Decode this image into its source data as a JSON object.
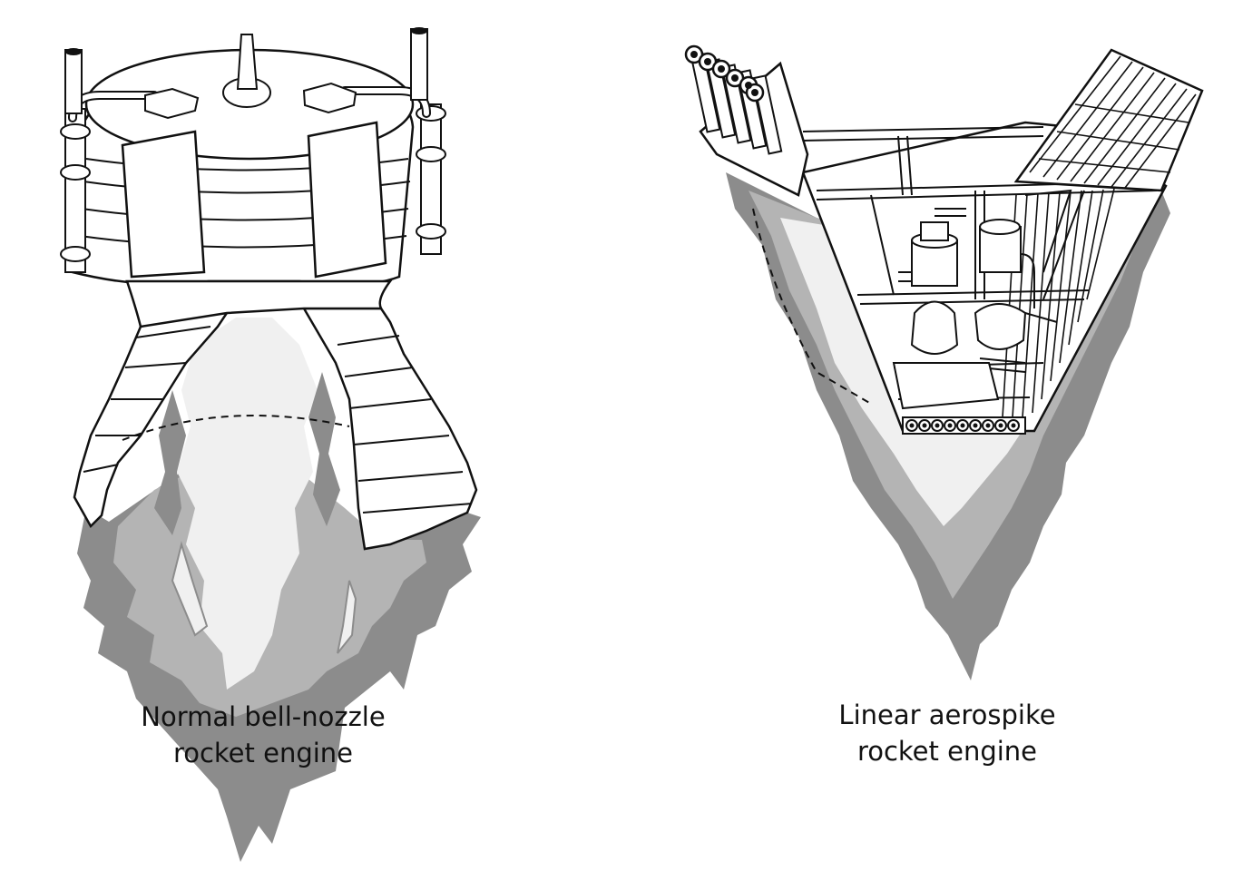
{
  "figures": [
    {
      "id": "bell",
      "caption_line1": "Normal bell-nozzle",
      "caption_line2": "rocket engine"
    },
    {
      "id": "aerospike",
      "caption_line1": "Linear aerospike",
      "caption_line2": "rocket engine"
    }
  ],
  "colors": {
    "outline": "#111111",
    "plume_dark": "#8c8c8c",
    "plume_mid": "#b4b4b4",
    "plume_light": "#f0f0f0",
    "body_fill": "#ffffff"
  }
}
